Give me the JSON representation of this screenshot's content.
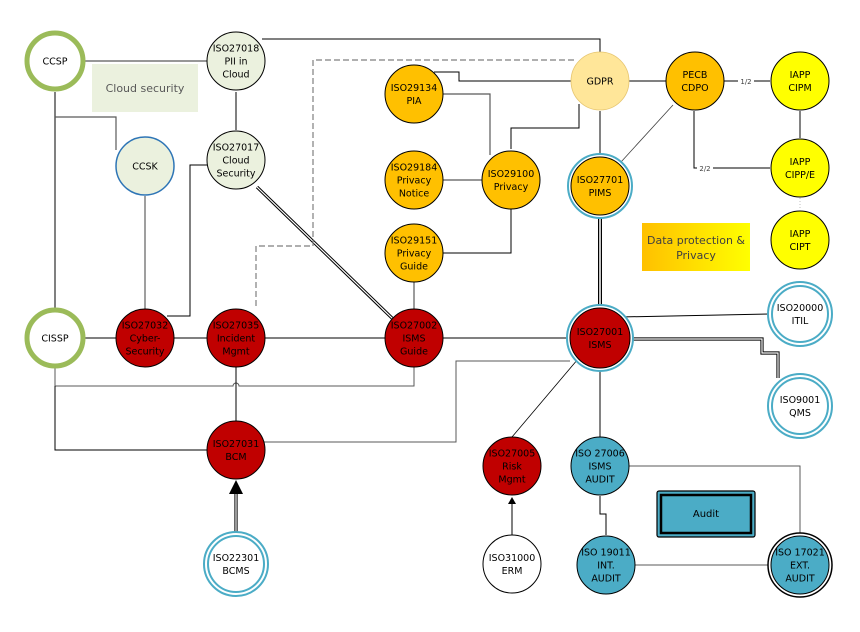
{
  "title": "Security & Privacy Certifications and Standards Map",
  "colors": {
    "cloud_fill": "#ebf1de",
    "green_ring": "#9bbb59",
    "blue_ring": "#2e75b6",
    "privacy_fill": "#ffc000",
    "gdpr_fill": "#ffe699",
    "iapp_fill": "#ffff00",
    "security_fill": "#c00000",
    "audit_fill": "#4bacc6",
    "teal_ring": "#4bacc6",
    "white_fill": "#ffffff",
    "line": "#000000",
    "line_gray": "#595959"
  },
  "legend": {
    "cloud": "Cloud security",
    "privacy_line1": "Data protection &",
    "privacy_line2": "Privacy",
    "audit": "Audit"
  },
  "nodes": [
    {
      "id": "ccsp",
      "lines": [
        "CCSP"
      ],
      "style": "green-ring"
    },
    {
      "id": "iso27018",
      "lines": [
        "ISO27018",
        "PII in",
        "Cloud"
      ],
      "style": "cloud"
    },
    {
      "id": "ccsk",
      "lines": [
        "CCSK"
      ],
      "style": "blue-ring"
    },
    {
      "id": "iso27017",
      "lines": [
        "ISO27017",
        "Cloud",
        "Security"
      ],
      "style": "cloud"
    },
    {
      "id": "cissp",
      "lines": [
        "CISSP"
      ],
      "style": "green-ring"
    },
    {
      "id": "iso27032",
      "lines": [
        "ISO27032",
        "Cyber-",
        "Security"
      ],
      "style": "security"
    },
    {
      "id": "iso27035",
      "lines": [
        "ISO27035",
        "Incident",
        "Mgmt"
      ],
      "style": "security"
    },
    {
      "id": "iso27002",
      "lines": [
        "ISO27002",
        "ISMS",
        "Guide"
      ],
      "style": "security"
    },
    {
      "id": "iso27031",
      "lines": [
        "ISO27031",
        "BCM"
      ],
      "style": "security"
    },
    {
      "id": "iso22301",
      "lines": [
        "ISO22301",
        "BCMS"
      ],
      "style": "teal-double"
    },
    {
      "id": "iso29134",
      "lines": [
        "ISO29134",
        "PIA"
      ],
      "style": "privacy"
    },
    {
      "id": "iso29184",
      "lines": [
        "ISO29184",
        "Privacy",
        "Notice"
      ],
      "style": "privacy"
    },
    {
      "id": "iso29100",
      "lines": [
        "ISO29100",
        "Privacy"
      ],
      "style": "privacy"
    },
    {
      "id": "iso29151",
      "lines": [
        "ISO29151",
        "Privacy",
        "Guide"
      ],
      "style": "privacy"
    },
    {
      "id": "gdpr",
      "lines": [
        "GDPR"
      ],
      "style": "gdpr"
    },
    {
      "id": "pecb",
      "lines": [
        "PECB",
        "CDPO"
      ],
      "style": "privacy"
    },
    {
      "id": "cipm",
      "lines": [
        "IAPP",
        "CIPM"
      ],
      "style": "iapp"
    },
    {
      "id": "cippe",
      "lines": [
        "IAPP",
        "CIPP/E"
      ],
      "style": "iapp"
    },
    {
      "id": "cipt",
      "lines": [
        "IAPP",
        "CIPT"
      ],
      "style": "iapp"
    },
    {
      "id": "iso27701",
      "lines": [
        "ISO27701",
        "PIMS"
      ],
      "style": "privacy-teal"
    },
    {
      "id": "iso27001",
      "lines": [
        "ISO27001",
        "ISMS"
      ],
      "style": "security-teal"
    },
    {
      "id": "iso20000",
      "lines": [
        "ISO20000",
        "ITIL"
      ],
      "style": "teal-double"
    },
    {
      "id": "iso9001",
      "lines": [
        "ISO9001",
        "QMS"
      ],
      "style": "teal-double"
    },
    {
      "id": "iso27005",
      "lines": [
        "ISO27005",
        "Risk",
        "Mgmt"
      ],
      "style": "security"
    },
    {
      "id": "iso31000",
      "lines": [
        "ISO31000",
        "ERM"
      ],
      "style": "white"
    },
    {
      "id": "iso27006",
      "lines": [
        "ISO 27006",
        "ISMS",
        "AUDIT"
      ],
      "style": "audit"
    },
    {
      "id": "iso19011",
      "lines": [
        "ISO 19011",
        "INT.",
        "AUDIT"
      ],
      "style": "audit"
    },
    {
      "id": "iso17021",
      "lines": [
        "ISO 17021",
        "EXT.",
        "AUDIT"
      ],
      "style": "audit-double"
    }
  ],
  "edge_labels": {
    "pecb_cipm": "1/2",
    "pecb_cippe": "2/2"
  }
}
